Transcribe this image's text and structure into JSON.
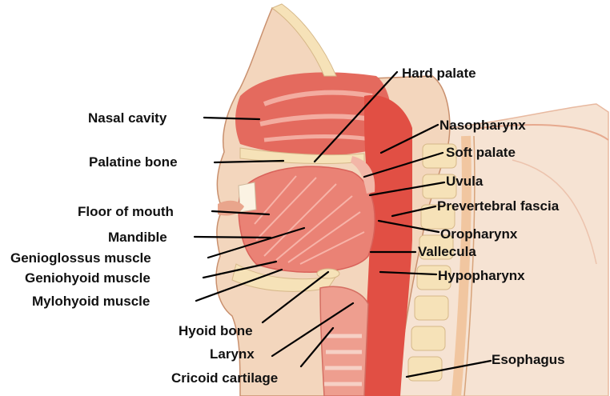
{
  "labels": {
    "hard_palate": "Hard palate",
    "nasal_cavity": "Nasal cavity",
    "nasopharynx": "Nasopharynx",
    "soft_palate": "Soft palate",
    "palatine_bone": "Palatine bone",
    "uvula": "Uvula",
    "floor_of_mouth": "Floor of mouth",
    "prevertebral_fascia": "Prevertebral fascia",
    "mandible": "Mandible",
    "oropharynx": "Oropharynx",
    "genioglossus_muscle": "Genioglossus muscle",
    "vallecula": "Vallecula",
    "geniohyoid_muscle": "Geniohyoid muscle",
    "hypopharynx": "Hypopharynx",
    "mylohyoid_muscle": "Mylohyoid muscle",
    "hyoid_bone": "Hyoid bone",
    "larynx": "Larynx",
    "esophagus": "Esophagus",
    "cricoid_cartilage": "Cricoid cartilage"
  },
  "colors": {
    "skin": "#f3d6bd",
    "tissue_light": "#f2b6a7",
    "tissue": "#e8796c",
    "tissue_dark": "#d8473e",
    "bone": "#f6e2b8",
    "cartilage": "#f0dcc8"
  }
}
